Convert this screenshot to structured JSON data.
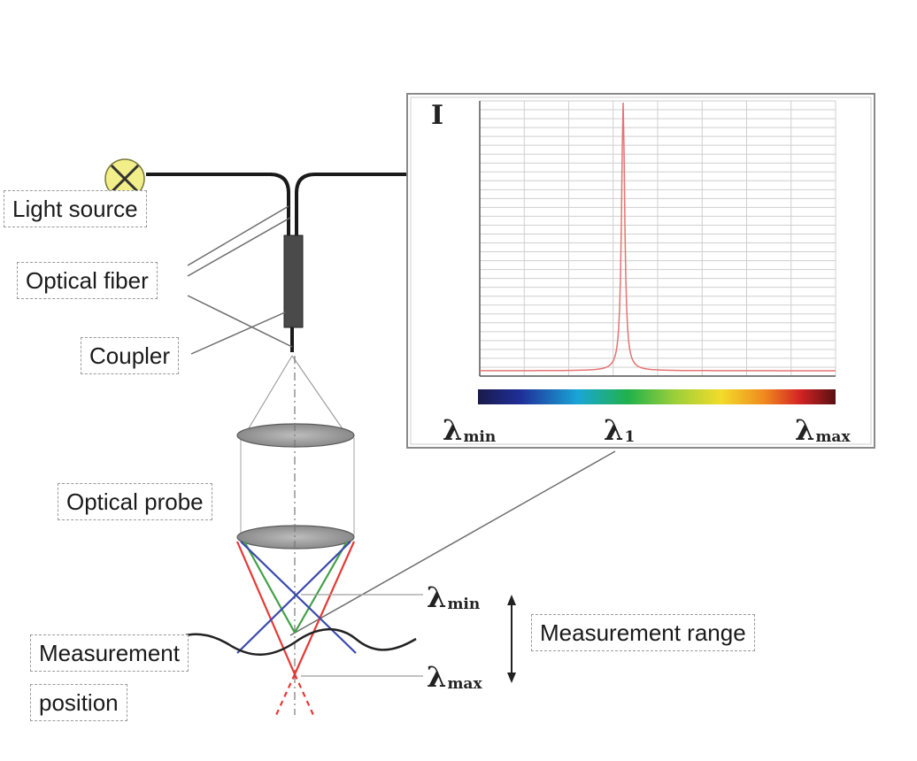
{
  "labels": {
    "light_source": "Light source",
    "optical_fiber": "Optical fiber",
    "coupler": "Coupler",
    "optical_probe": "Optical probe",
    "measurement_position_1": "Measurement",
    "measurement_position_2": "position",
    "measurement_range": "Measurement range"
  },
  "spectrum": {
    "y_symbol": "I",
    "lambda": "λ",
    "min_sub": "min",
    "peak_sub": "1",
    "max_sub": "max",
    "peak_color": "#e57373",
    "grid_color": "#cfcfcf"
  },
  "probe": {
    "lambda": "λ",
    "min_sub": "min",
    "max_sub": "max",
    "ray_colors": {
      "red": "#e53935",
      "green": "#43a047",
      "blue": "#3949ab"
    },
    "lamp_color": "#f2ef8a"
  }
}
